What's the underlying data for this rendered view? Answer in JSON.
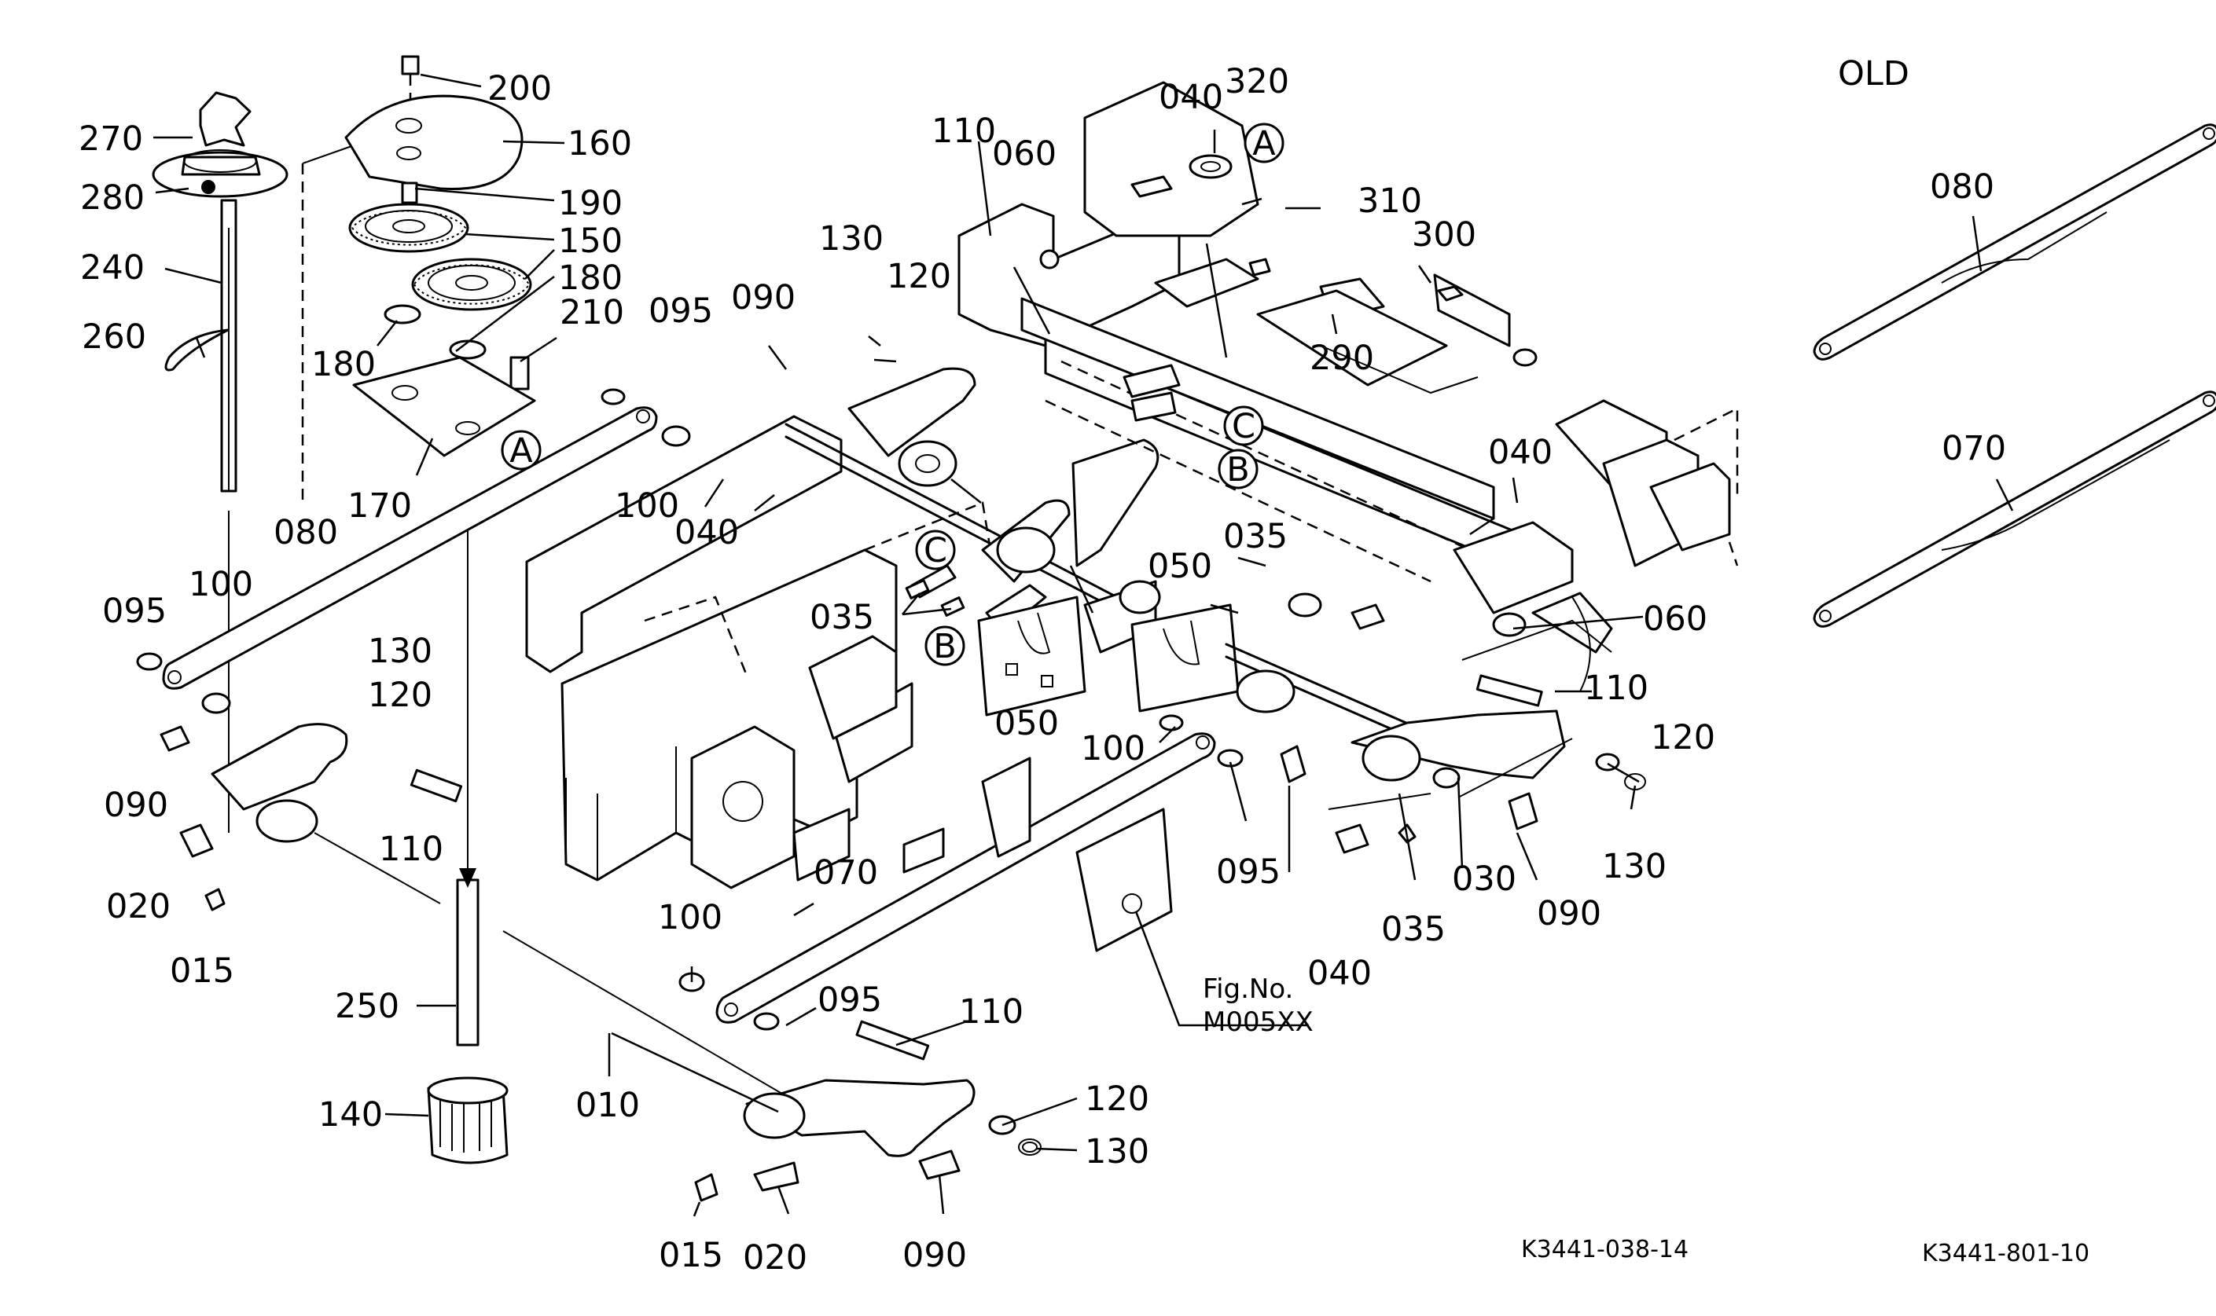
{
  "diagram": {
    "old_label": "OLD",
    "figure_codes": {
      "main": "K3441-038-14",
      "old": "K3441-801-10"
    },
    "fig_reference": {
      "line1": "Fig.No.",
      "line2": "M005XX"
    },
    "reference_markers": [
      "A",
      "A",
      "B",
      "B",
      "C",
      "C"
    ],
    "callouts": {
      "c200": "200",
      "c160": "160",
      "c270": "270",
      "c280": "280",
      "c190": "190",
      "c150": "150",
      "c180a": "180",
      "c240": "240",
      "c210": "210",
      "c260": "260",
      "c180b": "180",
      "c170": "170",
      "c080a": "080",
      "c095a": "095",
      "c100a": "100",
      "c040a": "040",
      "c095b": "095",
      "c100b": "100",
      "c130a": "130",
      "c120a": "120",
      "c090a": "090",
      "c110a": "110",
      "c020a": "020",
      "c015a": "015",
      "c250": "250",
      "c140": "140",
      "c010": "010",
      "c015b": "015",
      "c020b": "020",
      "c090b": "090",
      "c120b": "120",
      "c130b": "130",
      "c110b": "110",
      "c095c": "095",
      "c100c": "100",
      "c070a": "070",
      "c110c": "110",
      "c060a": "060",
      "c130c": "130",
      "c120c": "120",
      "c090c": "090",
      "c035a": "035",
      "c050a": "050",
      "c040b": "040",
      "c320": "320",
      "c310": "310",
      "c300": "300",
      "c290": "290",
      "c040c": "040",
      "c035b": "035",
      "c050b": "050",
      "c060b": "060",
      "c110d": "110",
      "c120d": "120",
      "c130d": "130",
      "c095d": "095",
      "c100d": "100",
      "c030": "030",
      "c090d": "090",
      "c035c": "035",
      "c040d": "040",
      "c080b": "080",
      "c070b": "070"
    }
  }
}
